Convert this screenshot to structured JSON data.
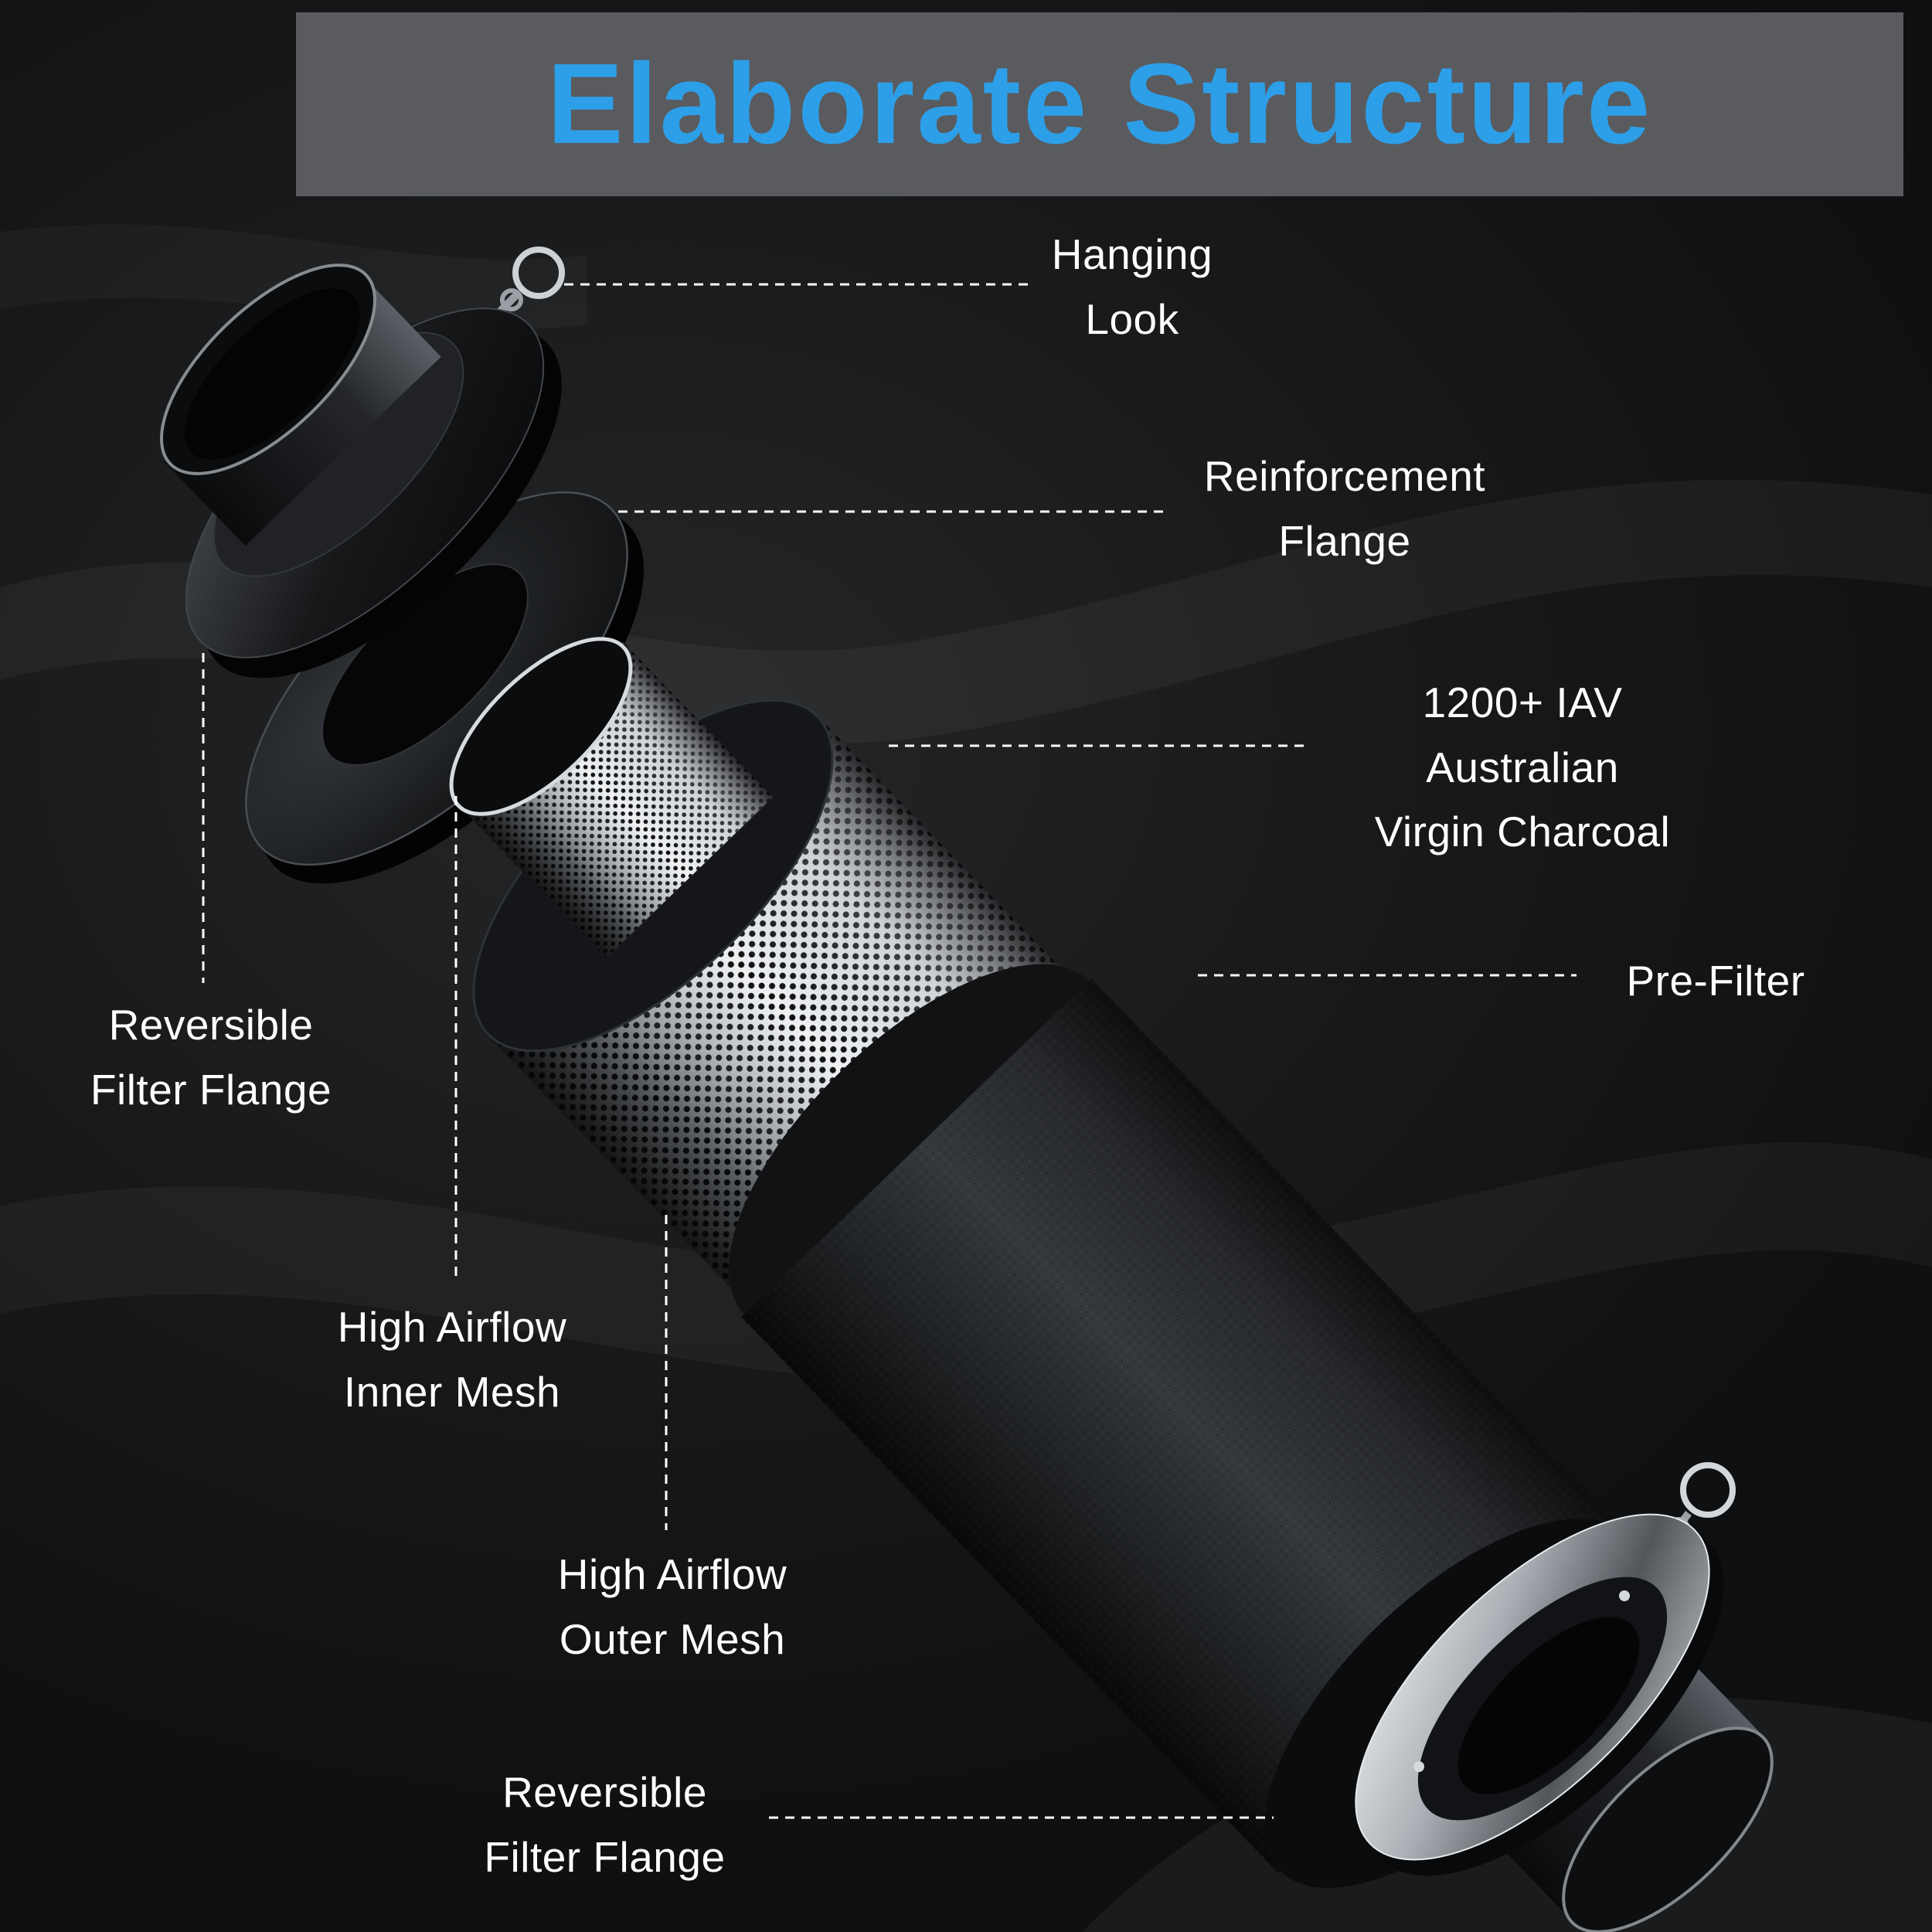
{
  "page": {
    "background_color": "#151618",
    "text_color": "#ffffff"
  },
  "banner": {
    "title": "Elaborate Structure",
    "background_color": "#5a5b5f",
    "title_color": "#2d9fe8"
  },
  "callouts": {
    "hanging_look": {
      "lines": [
        "Hanging",
        "Look"
      ]
    },
    "reinforcement_flange": {
      "lines": [
        "Reinforcement",
        "Flange"
      ]
    },
    "charcoal": {
      "lines": [
        "1200+ IAV",
        "Australian",
        "Virgin Charcoal"
      ]
    },
    "pre_filter": {
      "lines": [
        "Pre-Filter"
      ]
    },
    "reversible_filter_flange_left": {
      "lines": [
        "Reversible",
        "Filter Flange"
      ]
    },
    "high_airflow_inner_mesh": {
      "lines": [
        "High Airflow",
        "Inner Mesh"
      ]
    },
    "high_airflow_outer_mesh": {
      "lines": [
        "High Airflow",
        "Outer Mesh"
      ]
    },
    "reversible_filter_flange_bottom": {
      "lines": [
        "Reversible",
        "Filter Flange"
      ]
    }
  },
  "diagram": {
    "parts": [
      "hanging hook",
      "duct collar",
      "reversible filter flange (top)",
      "reinforcement flange ring",
      "high airflow inner mesh",
      "australian virgin charcoal bed",
      "high airflow outer mesh",
      "pre-filter wrap",
      "reversible filter flange (bottom)",
      "hanging hook (bottom)"
    ]
  }
}
